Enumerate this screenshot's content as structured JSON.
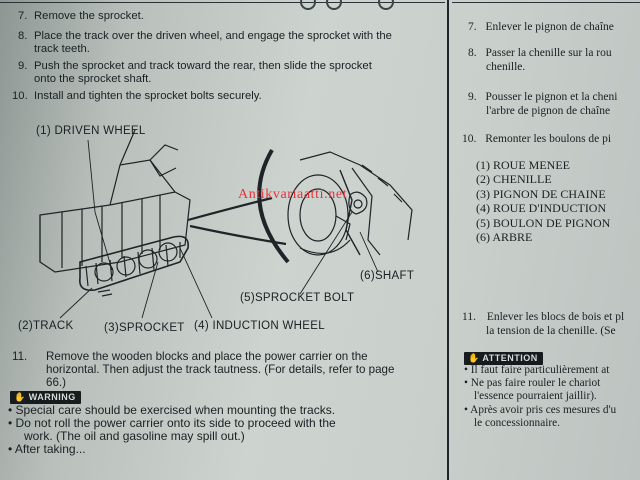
{
  "left_steps": [
    {
      "num": "7.",
      "lines": [
        "Remove the sprocket."
      ]
    },
    {
      "num": "8.",
      "lines": [
        "Place the track over the driven wheel, and engage the sprocket with the",
        "track teeth."
      ]
    },
    {
      "num": "9.",
      "lines": [
        "Push the sprocket and track toward the rear, then slide the sprocket",
        "onto the sprocket shaft."
      ]
    },
    {
      "num": "10.",
      "lines": [
        "Install and tighten the sprocket bolts securely."
      ]
    }
  ],
  "callouts": {
    "driven_wheel": "(1) DRIVEN WHEEL",
    "track": "(2)TRACK",
    "sprocket": "(3)SPROCKET",
    "induction_wheel": "(4) INDUCTION WHEEL",
    "sprocket_bolt": "(5)SPROCKET BOLT",
    "shaft": "(6)SHAFT"
  },
  "step11": {
    "num": "11.",
    "lines": [
      "Remove the wooden blocks and place the power carrier on the",
      "horizontal. Then adjust the track tautness. (For details, refer to page",
      "66.)"
    ]
  },
  "warning": {
    "label": "WARNING",
    "bullets": [
      [
        "Special care should be exercised when mounting the tracks."
      ],
      [
        "Do not roll the power carrier onto its side to proceed with the",
        "work. (The oil and gasoline may spill out.)"
      ],
      [
        "After taking..."
      ]
    ]
  },
  "right_steps": [
    {
      "num": "7.",
      "lines": [
        "Enlever le pignon de chaîne"
      ]
    },
    {
      "num": "8.",
      "lines": [
        "Passer la chenille sur la rou",
        "chenille."
      ]
    },
    {
      "num": "9.",
      "lines": [
        "Pousser le pignon et la cheni",
        "l'arbre de pignon de chaîne"
      ]
    },
    {
      "num": "10.",
      "lines": [
        "Remonter les boulons de pi"
      ]
    }
  ],
  "legend_fr": [
    "(1)  ROUE MENEE",
    "(2)  CHENILLE",
    "(3)  PIGNON DE CHAINE",
    "(4)  ROUE D'INDUCTION",
    "(5)  BOULON DE PIGNON",
    "(6)  ARBRE"
  ],
  "step11_fr": {
    "num": "11.",
    "lines": [
      "Enlever les blocs de bois et pl",
      "la tension de la chenille. (Se"
    ]
  },
  "attention": {
    "label": "ATTENTION",
    "bullets": [
      [
        "Il faut faire particulièrement at"
      ],
      [
        "Ne pas faire rouler le chariot",
        "l'essence pourraient jaillir)."
      ],
      [
        "Après avoir pris ces mesures d'u",
        "le concessionnaire."
      ]
    ]
  },
  "watermark": "Antikvariaatti.net",
  "colors": {
    "watermark": "#e8323a",
    "ink": "#1a2024",
    "badge": "#161b1e"
  }
}
